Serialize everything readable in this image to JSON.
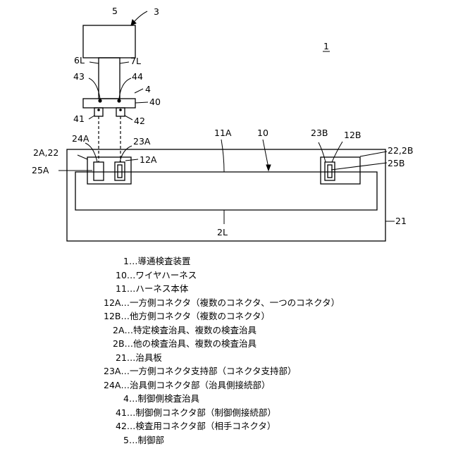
{
  "figure_number": "1",
  "labels": {
    "control_unit": "5",
    "device": "3",
    "cable_left": "6L",
    "cable_right": "7L",
    "terminal_left": "43",
    "terminal_right": "44",
    "control_jig": "4",
    "plate_40": "40",
    "connector_41": "41",
    "connector_42": "42",
    "harness_body": "11A",
    "harness": "10",
    "support_23B": "23B",
    "connector_12B": "12B",
    "jig_24A": "24A",
    "support_23A": "23A",
    "jig_left": "2A,22",
    "connector_12A": "12A",
    "jig_right": "22,2B",
    "part_25A": "25A",
    "part_25B": "25B",
    "loop_2L": "2L",
    "board_21": "21"
  },
  "legend": [
    "1…導通検査装置",
    "10…ワイヤハーネス",
    "11…ハーネス本体",
    "12A…一方側コネクタ（複数のコネクタ、一つのコネクタ）",
    "12B…他方側コネクタ（複数のコネクタ）",
    "2A…特定検査治具、複数の検査治具",
    "2B…他の検査治具、複数の検査治具",
    "21…治具板",
    "23A…一方側コネクタ支持部（コネクタ支持部）",
    "24A…治具側コネクタ部（治具側接続部）",
    "4…制御側検査治具",
    "41…制御側コネクタ部（制御側接続部）",
    "42…検査用コネクタ部（相手コネクタ）",
    "5…制御部"
  ]
}
